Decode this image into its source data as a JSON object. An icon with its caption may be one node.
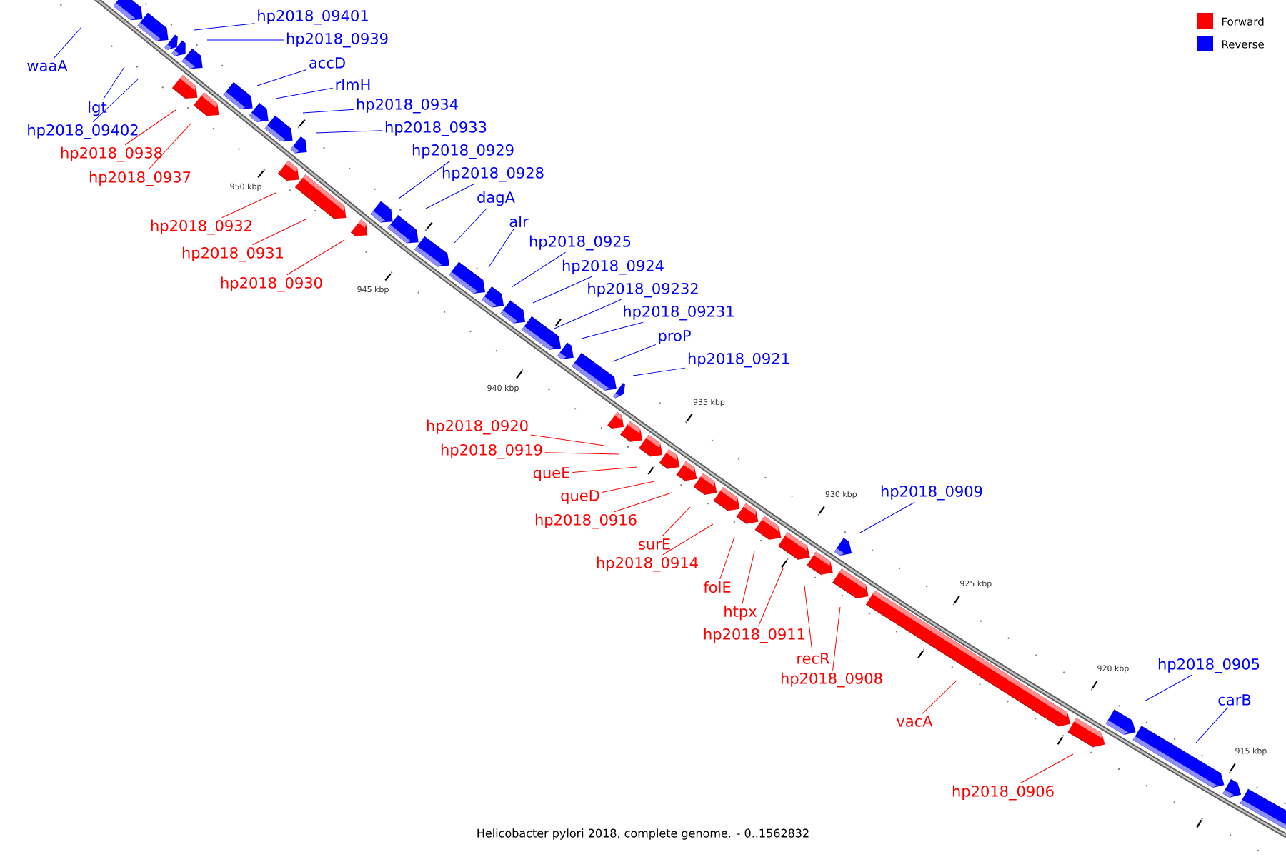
{
  "diagram": {
    "caption": "Helicobacter pylori 2018, complete genome. - 0..1562832",
    "nodes": [
      {
        "text": [
          "hp2018_09401"
        ]
      },
      {
        "text": [
          "hp2018_0939"
        ]
      },
      {
        "text": [
          "accD"
        ]
      },
      {
        "text": [
          "waaA"
        ]
      },
      {
        "text": [
          "rlmH"
        ]
      },
      {
        "text": [
          "hp2018_0934"
        ]
      },
      {
        "text": [
          "lgt"
        ]
      },
      {
        "text": [
          "hp2018_0933"
        ]
      },
      {
        "text": [
          "hp2018_09402"
        ]
      },
      {
        "text": [
          "hp2018_0929"
        ]
      },
      {
        "text": [
          "hp2018_0938"
        ]
      },
      {
        "text": [
          "hp2018_0928"
        ]
      },
      {
        "text": [
          "hp2018_0937"
        ]
      },
      {
        "text": [
          "dagA"
        ]
      },
      {
        "text": [
          "alr"
        ]
      },
      {
        "text": [
          "hp2018_0932"
        ]
      },
      {
        "text": [
          "hp2018_0925"
        ]
      },
      {
        "text": [
          "hp2018_0931"
        ]
      },
      {
        "text": [
          "hp2018_0924"
        ]
      },
      {
        "text": [
          "hp2018_0930"
        ]
      },
      {
        "text": [
          "hp2018_09232"
        ]
      },
      {
        "text": [
          "hp2018_09231"
        ]
      },
      {
        "text": [
          "proP"
        ]
      },
      {
        "text": [
          "hp2018_0921"
        ]
      },
      {
        "text": [
          "hp2018_0920"
        ]
      },
      {
        "text": [
          "hp2018_0919"
        ]
      },
      {
        "text": [
          "queE"
        ]
      },
      {
        "text": [
          "hp2018_0909"
        ]
      },
      {
        "text": [
          "queD"
        ]
      },
      {
        "text": [
          "hp2018_0916"
        ]
      },
      {
        "text": [
          "surE"
        ]
      },
      {
        "text": [
          "hp2018_0914"
        ]
      },
      {
        "text": [
          "folE"
        ]
      },
      {
        "text": [
          "htpx"
        ]
      },
      {
        "text": [
          "hp2018_0911"
        ]
      },
      {
        "text": [
          "recR"
        ]
      },
      {
        "text": [
          "hp2018_0905"
        ]
      },
      {
        "text": [
          "hp2018_0908"
        ]
      },
      {
        "text": [
          "carB"
        ]
      },
      {
        "text": [
          "vacA"
        ]
      },
      {
        "text": [
          "hp2018_0906"
        ]
      }
    ],
    "edges": [
      {
        "from": 0,
        "to": null,
        "arrow": "none"
      },
      {
        "from": 1,
        "to": null,
        "arrow": "none"
      },
      {
        "from": 2,
        "to": null,
        "arrow": "none"
      },
      {
        "from": 3,
        "to": null,
        "arrow": "none"
      },
      {
        "from": 4,
        "to": null,
        "arrow": "none"
      },
      {
        "from": 5,
        "to": null,
        "arrow": "none"
      },
      {
        "from": 6,
        "to": null,
        "arrow": "none"
      },
      {
        "from": 7,
        "to": null,
        "arrow": "none"
      },
      {
        "from": 8,
        "to": null,
        "arrow": "none"
      },
      {
        "from": 9,
        "to": null,
        "arrow": "none"
      },
      {
        "from": 10,
        "to": null,
        "arrow": "none",
        "color": "#ff0000"
      },
      {
        "from": 11,
        "to": null,
        "arrow": "none"
      },
      {
        "from": 12,
        "to": null,
        "arrow": "none",
        "color": "#ff0000"
      },
      {
        "from": 13,
        "to": null,
        "arrow": "none"
      },
      {
        "from": 14,
        "to": null,
        "arrow": "none"
      },
      {
        "from": 15,
        "to": null,
        "arrow": "none",
        "color": "#ff0000"
      },
      {
        "from": 16,
        "to": null,
        "arrow": "none"
      },
      {
        "from": 17,
        "to": null,
        "arrow": "none",
        "color": "#ff0000"
      },
      {
        "from": 18,
        "to": null,
        "arrow": "none"
      },
      {
        "from": 19,
        "to": null,
        "arrow": "none",
        "color": "#ff0000"
      },
      {
        "from": 20,
        "to": null,
        "arrow": "none"
      },
      {
        "from": 21,
        "to": null,
        "arrow": "none"
      },
      {
        "from": 22,
        "to": null,
        "arrow": "none"
      },
      {
        "from": 23,
        "to": null,
        "arrow": "none"
      },
      {
        "from": 24,
        "to": null,
        "arrow": "none",
        "color": "#ff0000"
      },
      {
        "from": 25,
        "to": null,
        "arrow": "none",
        "color": "#ff0000"
      },
      {
        "from": 26,
        "to": null,
        "arrow": "none",
        "color": "#ff0000"
      },
      {
        "from": 27,
        "to": null,
        "arrow": "none"
      },
      {
        "from": 28,
        "to": null,
        "arrow": "none",
        "color": "#ff0000"
      },
      {
        "from": 29,
        "to": null,
        "arrow": "none",
        "color": "#ff0000"
      },
      {
        "from": 30,
        "to": null,
        "arrow": "none",
        "color": "#ff0000"
      },
      {
        "from": 31,
        "to": null,
        "arrow": "none",
        "color": "#ff0000"
      },
      {
        "from": 32,
        "to": null,
        "arrow": "none",
        "color": "#ff0000"
      },
      {
        "from": 33,
        "to": null,
        "arrow": "none",
        "color": "#ff0000"
      },
      {
        "from": 34,
        "to": null,
        "arrow": "none",
        "color": "#ff0000"
      },
      {
        "from": 35,
        "to": null,
        "arrow": "none",
        "color": "#ff0000"
      },
      {
        "from": 36,
        "to": null,
        "arrow": "none"
      },
      {
        "from": 37,
        "to": null,
        "arrow": "none",
        "color": "#ff0000"
      },
      {
        "from": 38,
        "to": null,
        "arrow": "none"
      },
      {
        "from": 39,
        "to": null,
        "arrow": "none",
        "color": "#ff0000"
      },
      {
        "from": 40,
        "to": null,
        "arrow": "none",
        "color": "#ff0000"
      }
    ],
    "labels": [
      "950 kbp",
      "945 kbp",
      "940 kbp",
      "935 kbp",
      "930 kbp",
      "925 kbp",
      "920 kbp",
      "915 kbp"
    ],
    "legend": [
      {
        "text": "Forward",
        "color": "#ff0000"
      },
      {
        "text": "Reverse",
        "color": "#0000ff"
      }
    ]
  }
}
